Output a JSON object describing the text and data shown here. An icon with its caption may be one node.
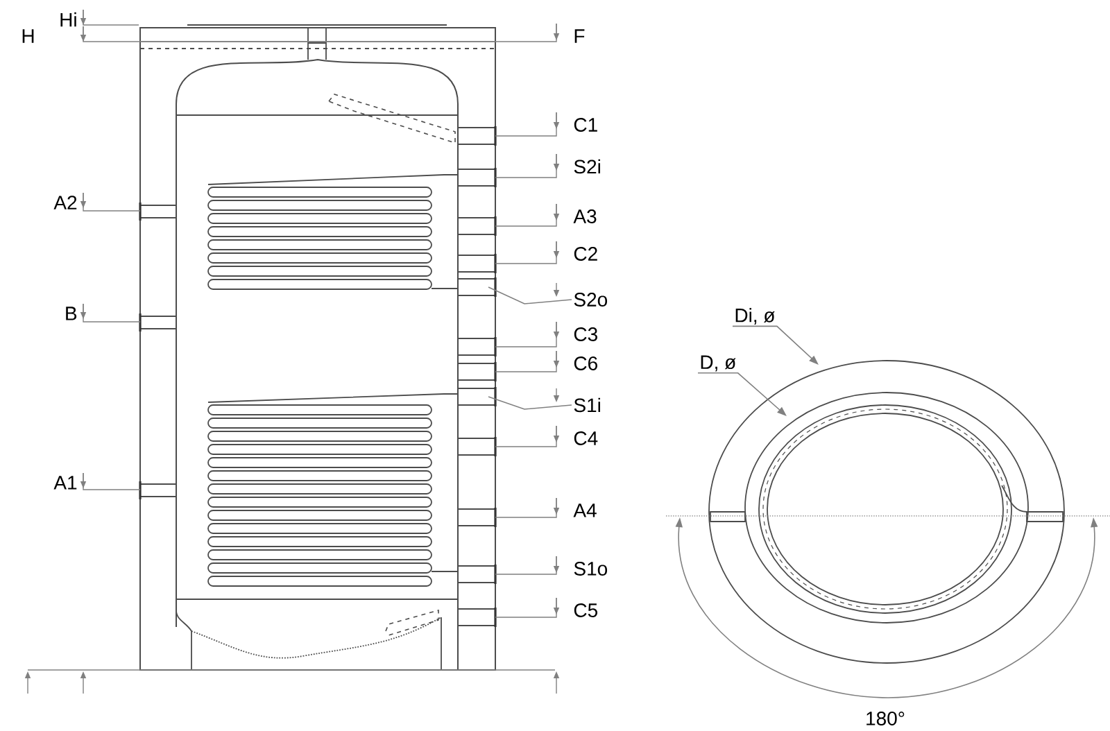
{
  "diagram": {
    "nodes": [
      {
        "text": [
          "S2o"
        ]
      },
      {
        "text": [
          "S1i"
        ]
      },
      {
        "text": [
          "Di, ø"
        ]
      },
      {
        "text": [
          "D, ø"
        ]
      }
    ],
    "edges": [
      {
        "from": 0,
        "to": null,
        "arrow": "none"
      },
      {
        "from": 1,
        "to": null,
        "arrow": "none"
      },
      {
        "from": 2,
        "to": null,
        "arrow": "to"
      },
      {
        "from": 3,
        "to": null,
        "arrow": "to"
      }
    ],
    "labels": [
      "Hi",
      "H",
      "F",
      "C1",
      "S2i",
      "A2",
      "A3",
      "C2",
      "B",
      "C3",
      "C6",
      "C4",
      "A1",
      "A4",
      "S1o",
      "C5",
      "180°"
    ]
  }
}
